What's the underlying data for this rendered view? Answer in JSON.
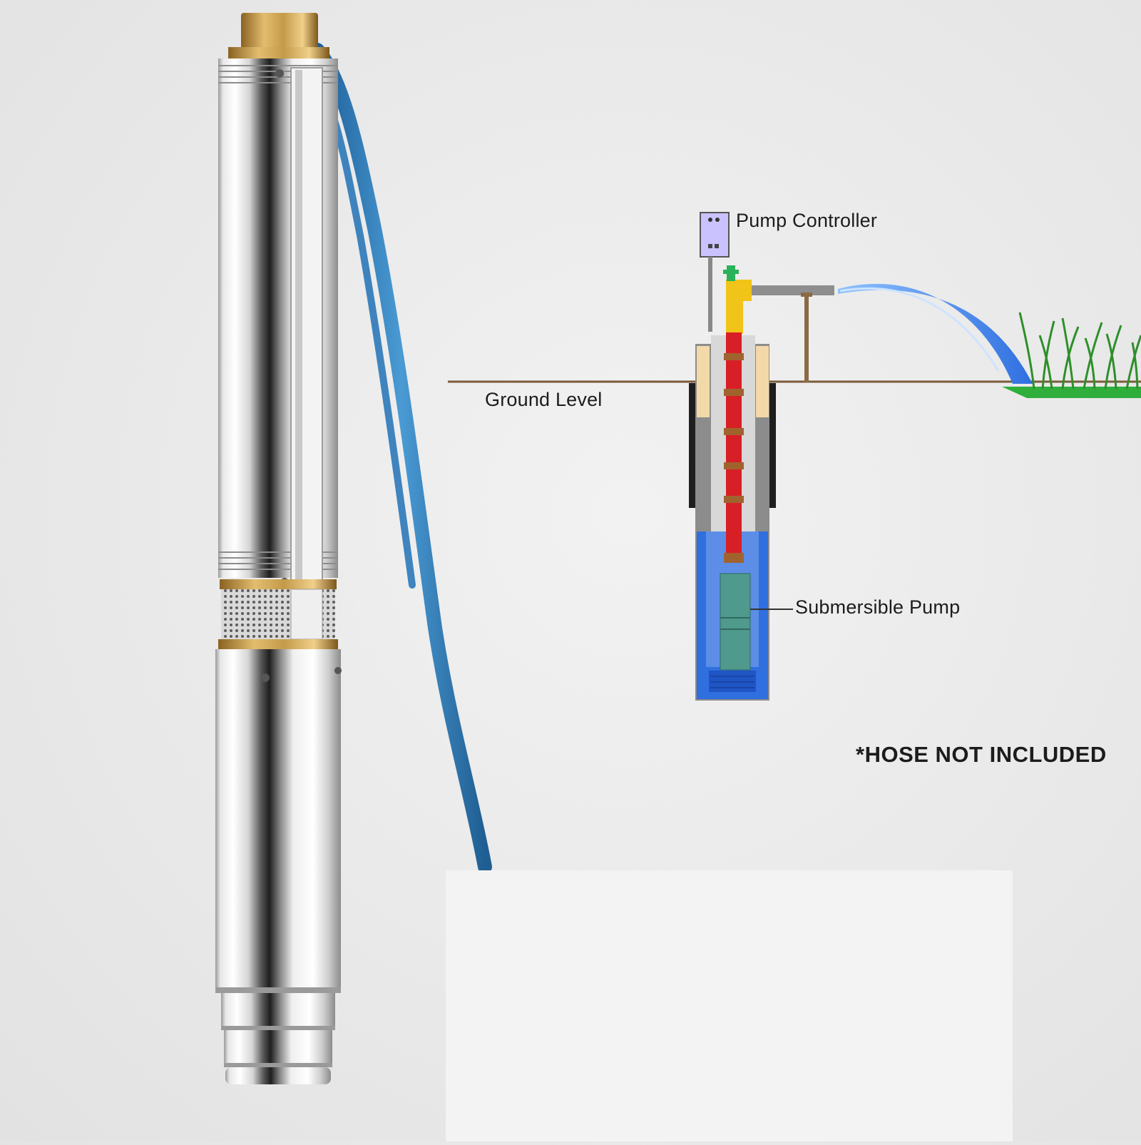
{
  "labels": {
    "pump_controller": "Pump Controller",
    "ground_level": "Ground Level",
    "submersible_pump": "Submersible Pump",
    "hose_note": "*HOSE NOT INCLUDED"
  },
  "colors": {
    "background": "#ececec",
    "steel_light": "#f4f4f4",
    "steel_dark": "#2a2a2a",
    "brass": "#c49a4a",
    "cable_blue": "#2f7fbf",
    "riser_pipe": "#d81f26",
    "pipe_yellow": "#f0c419",
    "water_blue": "#2f6fe0",
    "pump_teal": "#4f9a8c",
    "grass_green": "#2fae3c",
    "casing_black": "#1e1e1e",
    "sand": "#f4d9a8"
  },
  "icons": {
    "controller": "control-box-icon",
    "valve": "check-valve-icon",
    "grass": "grass-icon"
  }
}
